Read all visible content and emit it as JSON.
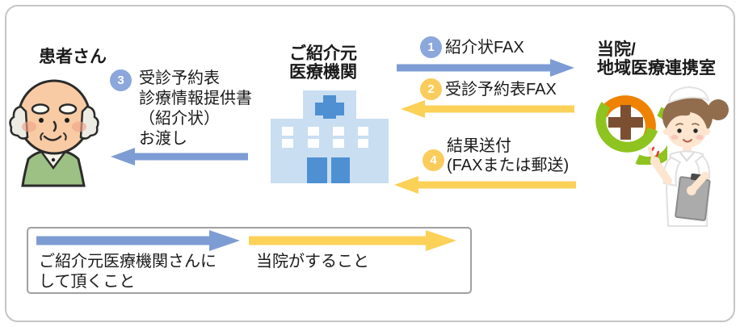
{
  "patient": {
    "label": "患者さん"
  },
  "referrer": {
    "line1": "ご紹介元",
    "line2": "医療機関"
  },
  "hospital": {
    "line1": "当院/",
    "line2": "地域医療連携室"
  },
  "steps": {
    "s1": {
      "number": "1",
      "label": "紹介状FAX",
      "color": "blue",
      "direction": "right"
    },
    "s2": {
      "number": "2",
      "label": "受診予約表FAX",
      "color": "yellow",
      "direction": "left"
    },
    "s3": {
      "number": "3",
      "line1": "受診予約表",
      "line2": "診療情報提供書",
      "line3": "（紹介状）",
      "line4": "お渡し",
      "color": "blue",
      "direction": "left"
    },
    "s4": {
      "number": "4",
      "line1": "結果送付",
      "line2": "(FAXまたは郵送)",
      "color": "yellow",
      "direction": "left"
    }
  },
  "legend": {
    "blue_line1": "ご紹介元医療機関さんに",
    "blue_line2": "して頂くこと",
    "yellow_label": "当院がすること"
  },
  "icons": {
    "patient": "elderly-patient-illustration",
    "hospital": "hospital-building-icon",
    "logo": "clinic-swirl-logo",
    "nurse": "nurse-illustration"
  },
  "colors": {
    "arrow_blue": "#7E9CD4",
    "circle_blue": "#8CA7DC",
    "arrow_yellow": "#FBD158",
    "circle_yellow": "#F9CC5C",
    "hospital_light_blue": "#C9DEF1",
    "hospital_dark_blue": "#4E90D2",
    "logo_orange": "#EF8200",
    "logo_green": "#8FC31F",
    "logo_cross_brown": "#7C4F32",
    "outer_border": "#C5C5C5",
    "legend_border": "#A0A0A0"
  }
}
